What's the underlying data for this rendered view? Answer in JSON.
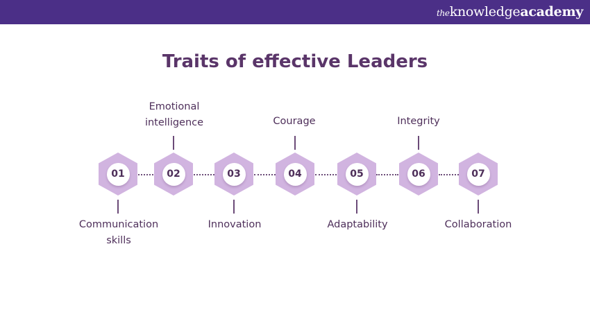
{
  "header": {
    "brand_the": "the",
    "brand_knowledge": "knowledge",
    "brand_academy": "academy",
    "background": "#4b2f87"
  },
  "title": "Traits of effective Leaders",
  "colors": {
    "title": "#5a3569",
    "hexagon": "#d1b4e0",
    "text": "#4e2f5a",
    "connector": "#6b4b78"
  },
  "steps": [
    {
      "number": "01",
      "label_line1": "Communication",
      "label_line2": "skills",
      "position": "below"
    },
    {
      "number": "02",
      "label_line1": "Emotional",
      "label_line2": "intelligence",
      "position": "above"
    },
    {
      "number": "03",
      "label_line1": "Innovation",
      "label_line2": "",
      "position": "below"
    },
    {
      "number": "04",
      "label_line1": "Courage",
      "label_line2": "",
      "position": "above"
    },
    {
      "number": "05",
      "label_line1": "Adaptability",
      "label_line2": "",
      "position": "below"
    },
    {
      "number": "06",
      "label_line1": "Integrity",
      "label_line2": "",
      "position": "above"
    },
    {
      "number": "07",
      "label_line1": "Collaboration",
      "label_line2": "",
      "position": "below"
    }
  ]
}
